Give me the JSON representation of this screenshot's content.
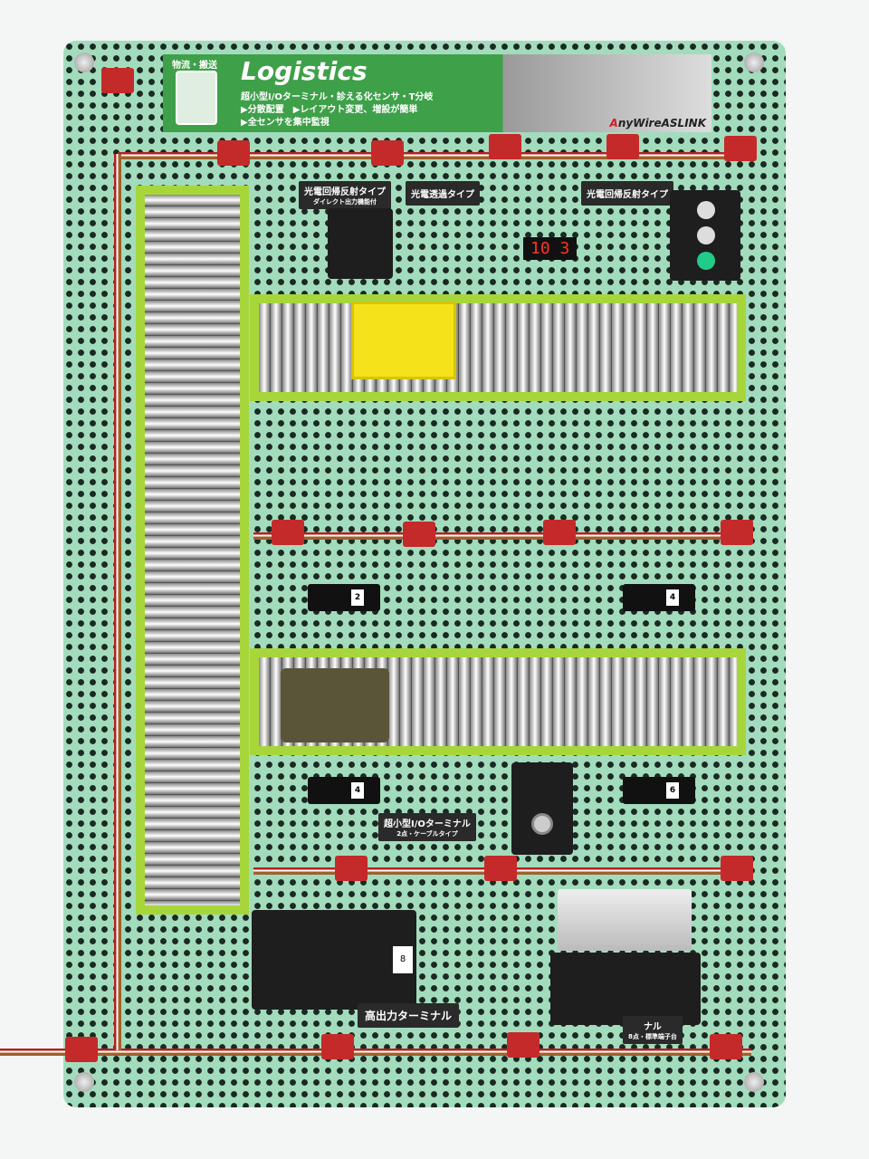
{
  "banner": {
    "category": "物流・搬送",
    "title": "Logistics",
    "line1": "超小型I/Oターミナル・診える化センサ・T分岐",
    "line2": "▶分散配置　▶レイアウト変更、増設が簡単",
    "line3": "▶全センサを集中監視",
    "brand_a": "A",
    "brand_rest": "nyWireASLINK"
  },
  "labels": {
    "retro1": "光電回帰反射タイプ",
    "retro1_sub": "ダイレクト出力機能付",
    "thru": "光電透過タイプ",
    "retro2": "光電回帰反射タイプ",
    "io": "超小型I/Oターミナル",
    "io_sub": "2点・ケーブルタイプ",
    "high": "高出力ターミナル",
    "std": "ナル",
    "std_sub": "8点・標準端子台"
  },
  "display": "10 3",
  "terminals": [
    "2",
    "4",
    "4",
    "6"
  ],
  "high_num": "8",
  "colors": {
    "board": "#a3dcbd",
    "conveyor": "#a7d63a",
    "banner": "#3fa04a",
    "cable_red": "#b42020"
  }
}
